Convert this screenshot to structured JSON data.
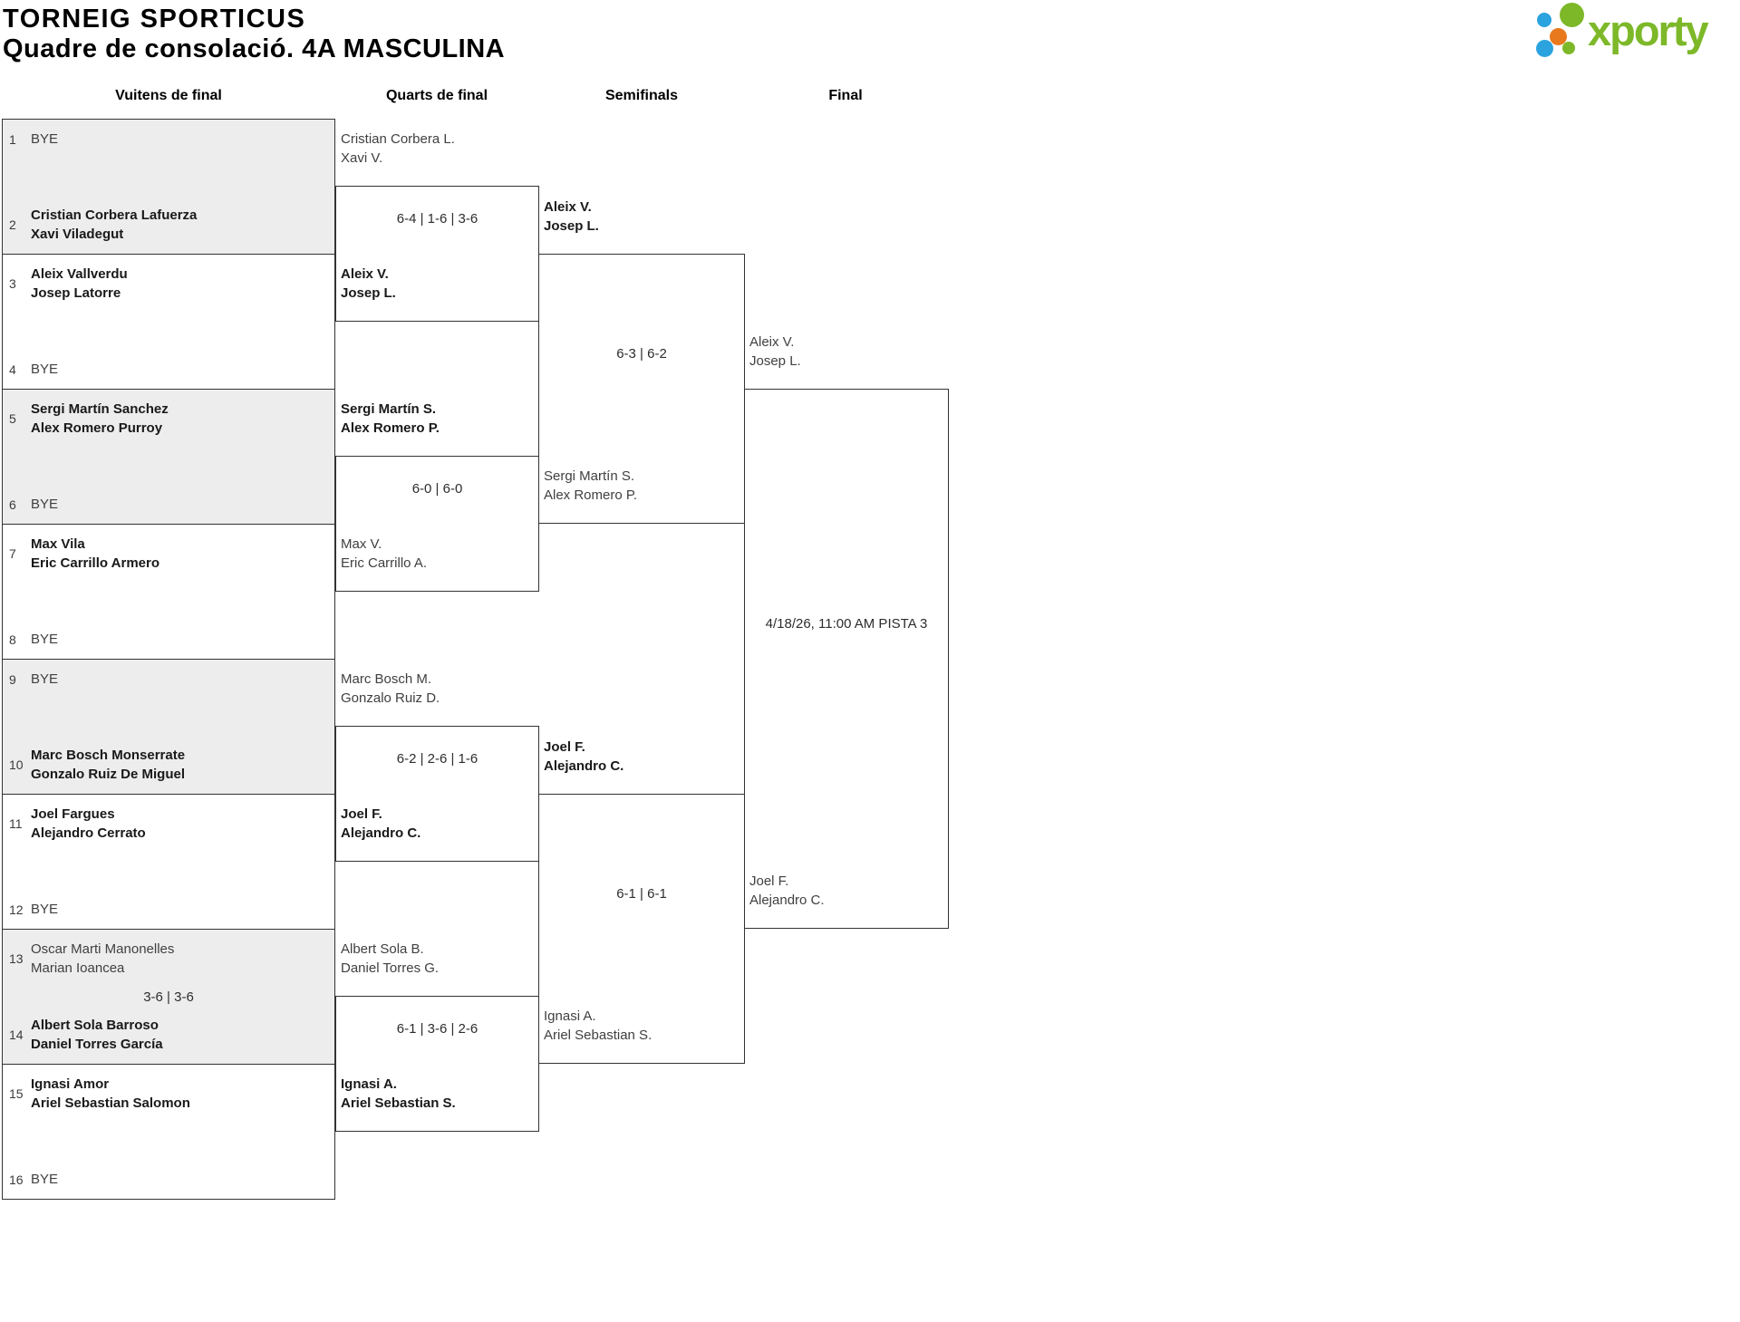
{
  "header": {
    "title": "TORNEIG SPORTICUS",
    "subtitle": "Quadre de consolació. 4A MASCULINA"
  },
  "logo": {
    "brand": "xporty",
    "colors": {
      "green": "#7db829",
      "orange": "#e8791d",
      "blue": "#2ba3df"
    }
  },
  "round_headers": [
    "Vuitens de final",
    "Quarts de final",
    "Semifinals",
    "Final"
  ],
  "r16": [
    {
      "slots": [
        {
          "n": "1",
          "lines": [
            "BYE"
          ]
        },
        {
          "n": "2",
          "lines": [
            "Cristian Corbera Lafuerza",
            "Xavi Viladegut"
          ]
        }
      ]
    },
    {
      "slots": [
        {
          "n": "3",
          "lines": [
            "Aleix Vallverdu",
            "Josep Latorre"
          ]
        },
        {
          "n": "4",
          "lines": [
            "BYE"
          ]
        }
      ]
    },
    {
      "slots": [
        {
          "n": "5",
          "lines": [
            "Sergi Martín Sanchez",
            "Alex Romero Purroy"
          ]
        },
        {
          "n": "6",
          "lines": [
            "BYE"
          ]
        }
      ]
    },
    {
      "slots": [
        {
          "n": "7",
          "lines": [
            "Max Vila",
            "Eric Carrillo Armero"
          ]
        },
        {
          "n": "8",
          "lines": [
            "BYE"
          ]
        }
      ]
    },
    {
      "slots": [
        {
          "n": "9",
          "lines": [
            "BYE"
          ]
        },
        {
          "n": "10",
          "lines": [
            "Marc Bosch Monserrate",
            "Gonzalo Ruiz De Miguel"
          ]
        }
      ]
    },
    {
      "slots": [
        {
          "n": "11",
          "lines": [
            "Joel Fargues",
            "Alejandro Cerrato"
          ]
        },
        {
          "n": "12",
          "lines": [
            "BYE"
          ]
        }
      ]
    },
    {
      "score": "3-6 | 3-6",
      "slots": [
        {
          "n": "13",
          "lines": [
            "Oscar Marti Manonelles",
            "Marian Ioancea"
          ]
        },
        {
          "n": "14",
          "lines": [
            "Albert Sola Barroso",
            "Daniel Torres García"
          ]
        }
      ]
    },
    {
      "slots": [
        {
          "n": "15",
          "lines": [
            "Ignasi Amor",
            "Ariel Sebastian Salomon"
          ]
        },
        {
          "n": "16",
          "lines": [
            "BYE"
          ]
        }
      ]
    }
  ],
  "quarterfinals": [
    {
      "a": {
        "lines": [
          "Cristian Corbera L.",
          "Xavi V."
        ]
      },
      "score": "6-4 | 1-6 | 3-6",
      "b": {
        "lines": [
          "Aleix V.",
          "Josep L."
        ]
      }
    },
    {
      "a": {
        "lines": [
          "Sergi Martín S.",
          "Alex Romero P."
        ]
      },
      "score": "6-0 | 6-0",
      "b": {
        "lines": [
          "Max V.",
          "Eric Carrillo A."
        ]
      }
    },
    {
      "a": {
        "lines": [
          "Marc Bosch M.",
          "Gonzalo Ruiz D."
        ]
      },
      "score": "6-2 | 2-6 | 1-6",
      "b": {
        "lines": [
          "Joel F.",
          "Alejandro C."
        ]
      }
    },
    {
      "a": {
        "lines": [
          "Albert Sola B.",
          "Daniel Torres G."
        ]
      },
      "score": "6-1 | 3-6 | 2-6",
      "b": {
        "lines": [
          "Ignasi A.",
          "Ariel Sebastian S."
        ]
      }
    }
  ],
  "semifinals": [
    {
      "a": {
        "lines": [
          "Aleix V.",
          "Josep L."
        ]
      },
      "score": "6-3 | 6-2",
      "b": {
        "lines": [
          "Sergi Martín S.",
          "Alex Romero P."
        ]
      }
    },
    {
      "a": {
        "lines": [
          "Joel F.",
          "Alejandro C."
        ]
      },
      "score": "6-1 | 6-1",
      "b": {
        "lines": [
          "Ignasi A.",
          "Ariel Sebastian S."
        ]
      }
    }
  ],
  "final": {
    "a": {
      "lines": [
        "Aleix V.",
        "Josep L."
      ]
    },
    "schedule": "4/18/26, 11:00 AM PISTA 3",
    "b": {
      "lines": [
        "Joel F.",
        "Alejandro C."
      ]
    }
  }
}
